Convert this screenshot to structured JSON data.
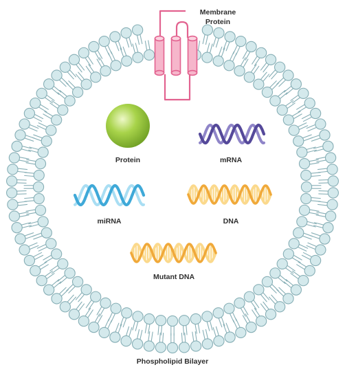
{
  "labels": {
    "membrane_protein_line1": "Membrane",
    "membrane_protein_line2": "Protein",
    "protein": "Protein",
    "mrna": "mRNA",
    "mirna": "miRNA",
    "dna": "DNA",
    "mutant_dna": "Mutant DNA",
    "phospholipid_bilayer": "Phospholipid Bilayer"
  },
  "colors": {
    "lipid_head_fill": "#d4e9ec",
    "lipid_head_stroke": "#86aeb5",
    "lipid_tail": "#86aeb5",
    "membrane_protein": "#e2628f",
    "membrane_protein_fill": "#f6b6cb",
    "protein_sphere_light": "#eef8c8",
    "protein_sphere": "#a8d34a",
    "protein_sphere_dark": "#6f9f24",
    "mrna": "#55499a",
    "mrna_light": "#8f85c8",
    "mirna": "#3fa9d8",
    "mirna_light": "#a9def3",
    "dna": "#f0a93a",
    "dna_light": "#fbd98c"
  }
}
